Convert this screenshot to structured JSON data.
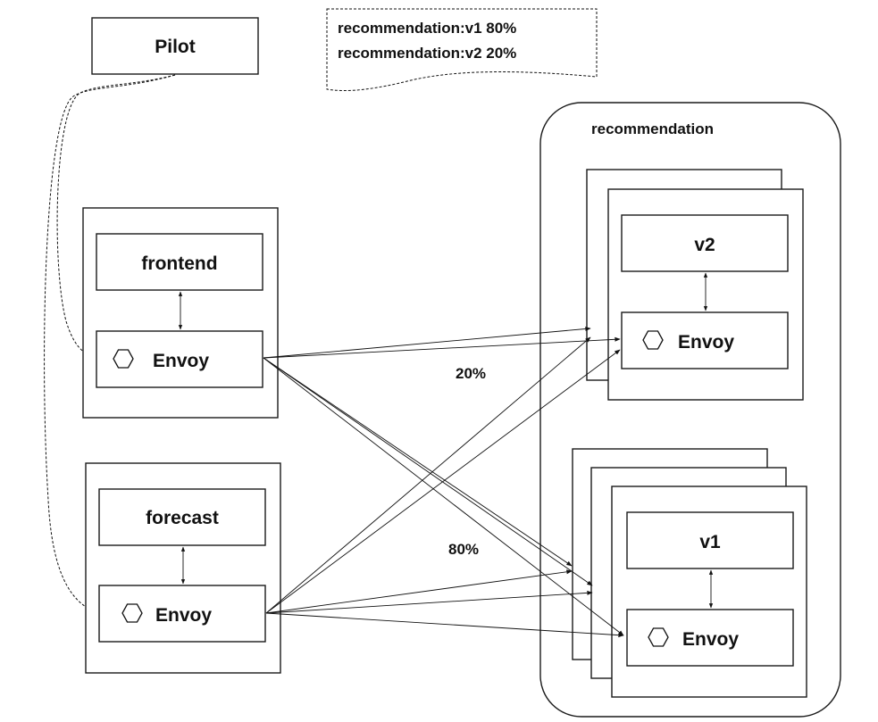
{
  "pilot": {
    "label": "Pilot"
  },
  "routing_note": {
    "line1": "recommendation:v1 80%",
    "line2": "recommendation:v2 20%"
  },
  "frontend": {
    "label": "frontend",
    "proxy": "Envoy",
    "proxy_icon": "hexagon-icon"
  },
  "forecast": {
    "label": "forecast",
    "proxy": "Envoy",
    "proxy_icon": "hexagon-icon"
  },
  "recommendation": {
    "label": "recommendation",
    "v2": {
      "label": "v2",
      "proxy": "Envoy",
      "proxy_icon": "hexagon-icon"
    },
    "v1": {
      "label": "v1",
      "proxy": "Envoy",
      "proxy_icon": "hexagon-icon"
    }
  },
  "traffic": {
    "v2_weight": "20%",
    "v1_weight": "80%"
  }
}
